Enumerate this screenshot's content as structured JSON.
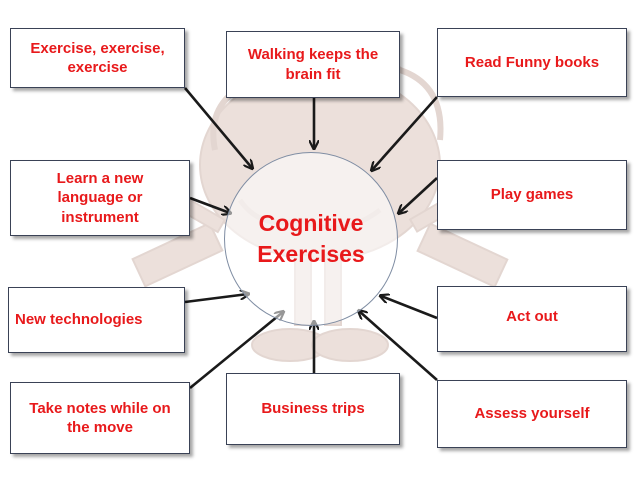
{
  "colors": {
    "label_text": "#e8191b",
    "box_border": "#3a4256",
    "arrow": "#1a1a1a",
    "brain_fill": "#c9a99a"
  },
  "background_icon": "brain-mascot-icon",
  "center": {
    "line1": "Cognitive",
    "line2": "Exercises"
  },
  "boxes": [
    {
      "id": "exercise",
      "line1": "Exercise, exercise,",
      "line2": "exercise"
    },
    {
      "id": "walking",
      "line1": "Walking keeps the",
      "line2": "brain fit"
    },
    {
      "id": "read",
      "line1": "Read Funny books"
    },
    {
      "id": "language",
      "line1": "Learn a new",
      "line2": "language or",
      "line3": "instrument"
    },
    {
      "id": "games",
      "line1": "Play games"
    },
    {
      "id": "tech",
      "line1": "New technologies"
    },
    {
      "id": "actout",
      "line1": "Act out"
    },
    {
      "id": "notes",
      "line1": "Take notes while on",
      "line2": "the move"
    },
    {
      "id": "trips",
      "line1": "Business trips"
    },
    {
      "id": "assess",
      "line1": "Assess yourself"
    }
  ]
}
